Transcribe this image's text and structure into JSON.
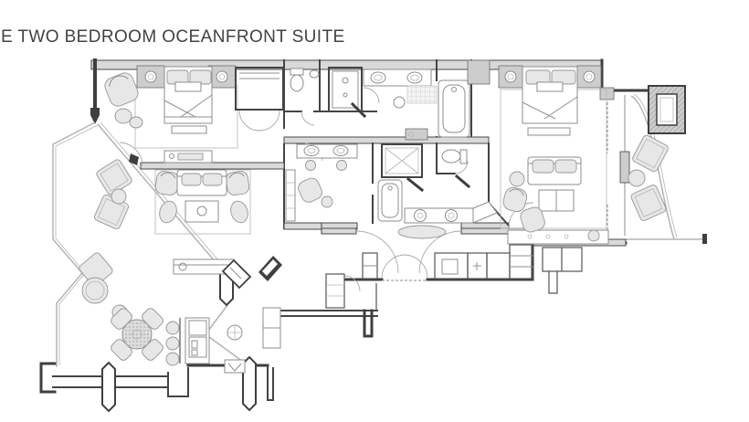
{
  "title": {
    "text": "E TWO BEDROOM OCEANFRONT SUITE",
    "color": "#424242"
  },
  "floor_plan": {
    "type": "architectural-floor-plan",
    "colors": {
      "background": "#ffffff",
      "wall": "#3f3f3f",
      "wall_band": "#d9d9d9",
      "furniture_fill": "#e7e7e7",
      "furniture_stroke": "#8d8d8d",
      "railing": "#b3b3b3"
    },
    "areas": [
      "bedroom-left",
      "closet-left",
      "water-closet-left",
      "walk-in-shower-left",
      "double-vanity-top",
      "soaking-tub-top",
      "dressing-vanity",
      "living-room",
      "wraparound-terrace-left",
      "outdoor-dining-terrace",
      "dining-table",
      "kitchen",
      "entry-foyer",
      "hallway-closets",
      "bathroom-center",
      "walk-in-shower-center",
      "soaking-tub-center",
      "water-closet-center",
      "bedroom-right",
      "sitting-area-right",
      "desk-area",
      "oceanfront-balcony-right",
      "hot-tub"
    ]
  }
}
